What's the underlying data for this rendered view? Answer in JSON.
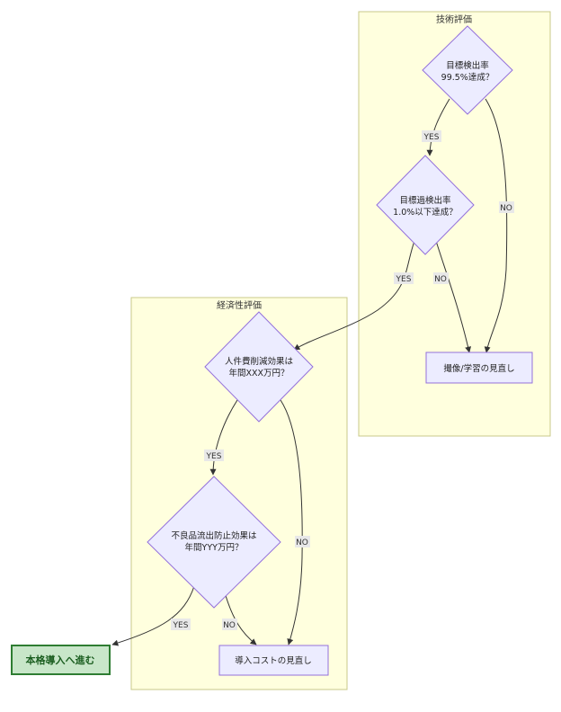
{
  "clusters": {
    "technical": {
      "title": "技術評価"
    },
    "economic": {
      "title": "経済性評価"
    }
  },
  "nodes": {
    "detect_rate": {
      "line1": "目標検出率",
      "line2": "99.5%達成？"
    },
    "over_detect_rate": {
      "line1": "目標過検出率",
      "line2": "1.0%以下達成？"
    },
    "review_imaging": {
      "label": "撮像/学習の見直し"
    },
    "labor_cost": {
      "line1": "人件費削減効果は",
      "line2": "年間XXX万円？"
    },
    "defect_prevention": {
      "line1": "不良品流出防止効果は",
      "line2": "年間YYY万円？"
    },
    "review_cost": {
      "label": "導入コストの見直し"
    },
    "proceed": {
      "label": "本格導入へ進む"
    }
  },
  "edges": {
    "e1": "YES",
    "e2": "NO",
    "e3": "YES",
    "e4": "NO",
    "e5": "YES",
    "e6": "NO",
    "e7": "YES",
    "e8": "NO"
  },
  "colors": {
    "cluster_fill": "#ffffde",
    "node_fill": "#ececff",
    "node_stroke": "#9370db",
    "final_fill": "#c8e6c9",
    "final_stroke": "#2e7d32"
  }
}
